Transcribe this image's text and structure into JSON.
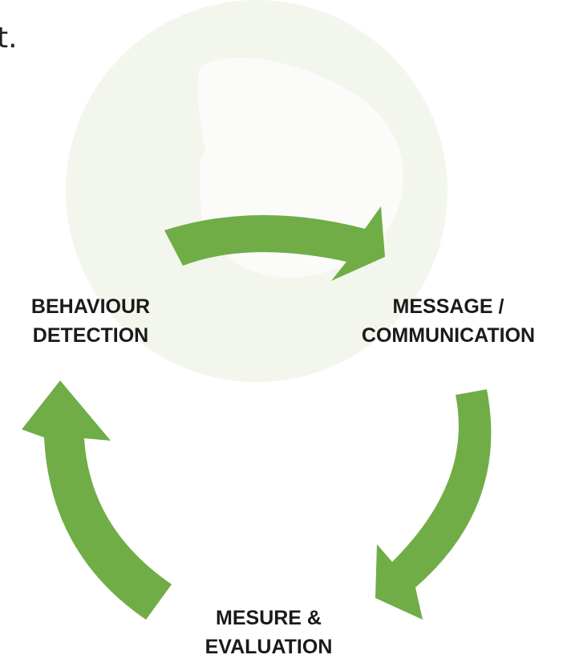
{
  "fragment_text": "t.",
  "nodes": {
    "behaviour": {
      "line1": "BEHAVIOUR",
      "line2": "DETECTION"
    },
    "message": {
      "line1": "MESSAGE /",
      "line2": "COMMUNICATION"
    },
    "mesure": {
      "line1": "MESURE &",
      "line2": "EVALUATION"
    }
  },
  "colors": {
    "arrow": "#70ad47",
    "watermark": "#f2f6ec",
    "text": "#1a1a1a"
  },
  "icons": {
    "watermark": "logo-watermark-icon",
    "arrows": [
      "curved-arrow-right-icon",
      "curved-arrow-down-icon",
      "curved-arrow-up-icon"
    ]
  }
}
